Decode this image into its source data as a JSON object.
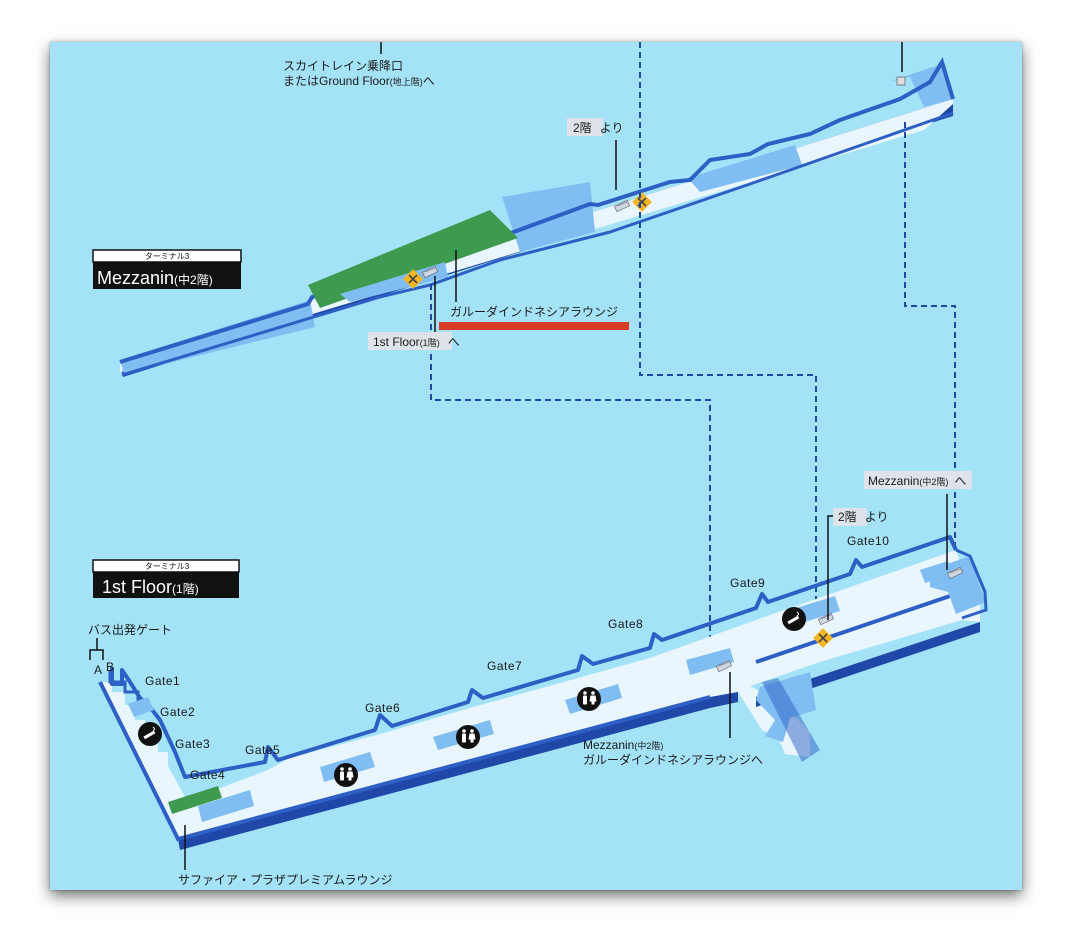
{
  "terminal_tag": "ターミナル3",
  "mezzanine": {
    "title": "Mezzanin",
    "title_sub": "(中2階)",
    "skytrain_line1": "スカイトレイン乗降口",
    "skytrain_line2": "またはGround Floor",
    "skytrain_line2_sub": "(地上階)",
    "skytrain_line2_arrow": "へ",
    "from_2f": "2階",
    "from_2f_suffix": "より",
    "lounge": "ガルーダインドネシアラウンジ",
    "to_1f": "1st Floor",
    "to_1f_sub": "(1階)",
    "to_1f_arrow": "へ"
  },
  "first_floor": {
    "title": "1st Floor",
    "title_sub": "(1階)",
    "bus_gate": "バス出発ゲート",
    "bus_a": "A",
    "bus_b": "B",
    "gates": [
      "Gate1",
      "Gate2",
      "Gate3",
      "Gate4",
      "Gate5",
      "Gate6",
      "Gate7",
      "Gate8",
      "Gate9",
      "Gate10"
    ],
    "from_2f": "2階",
    "from_2f_suffix": "より",
    "to_mezz": "Mezzanin",
    "to_mezz_sub": "(中2階)",
    "to_mezz_arrow": "へ",
    "mezz_lounge_line1": "Mezzanin",
    "mezz_lounge_line1_sub": "(中2階)",
    "mezz_lounge_line2": "ガルーダインドネシアラウンジへ",
    "sapphire_lounge": "サファイア・プラザプレミアムラウンジ"
  },
  "icons": [
    "smoking-icon",
    "restroom-icon",
    "escalator-icon",
    "elevator-icon",
    "no-entry-icon"
  ],
  "colors": {
    "background": "#a4e3f7",
    "floor": "#eaf6fd",
    "wall": "#2d5fc4",
    "wall_dark": "#1f48a8",
    "light_zone": "#7fbdf2",
    "lounge": "#3d9a4e",
    "highlight_bar": "#d93a26",
    "route_line": "#1f48a8"
  }
}
